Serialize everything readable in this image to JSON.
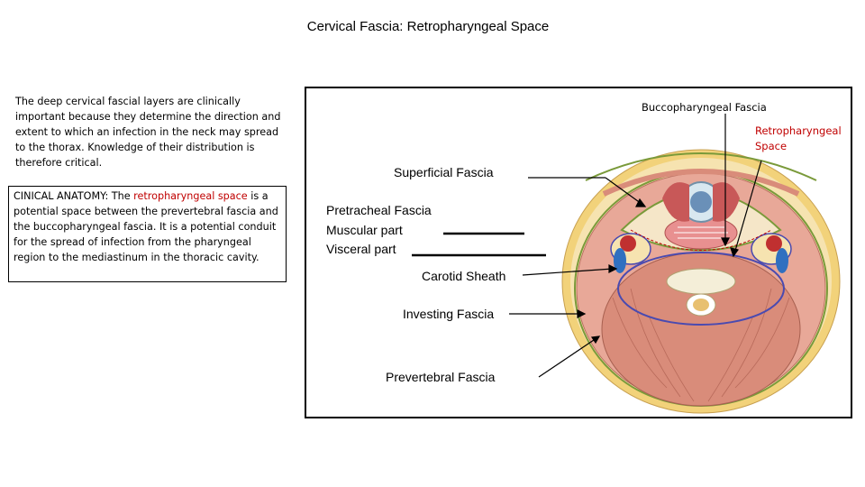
{
  "title": "Cervical Fascia: Retropharyngeal Space",
  "intro": {
    "text": "The deep cervical  fascial layers are clinically important because they determine the direction and extent to which an infection in the neck may spread to the thorax. Knowledge of their distribution is therefore critical."
  },
  "clinical": {
    "lead": "CINICAL ANATOMY: The ",
    "highlight": "retropharyngeal space",
    "rest": " is a potential space between the prevertebral fascia and the buccopharyngeal fascia. It is a potential conduit for the spread of infection from the pharyngeal region to the mediastinum in the thoracic cavity."
  },
  "labels": {
    "buccopharyngeal": "Buccopharyngeal Fascia",
    "retro_line1": "Retropharyngeal",
    "retro_line2": "Space",
    "superficial": "Superficial Fascia",
    "pretracheal": "Pretracheal Fascia",
    "muscular": "Muscular part",
    "visceral": "Visceral part",
    "carotid": "Carotid Sheath",
    "investing": "Investing Fascia",
    "prevertebral": "Prevertebral Fascia"
  },
  "colors": {
    "accent_red": "#c00000",
    "muscle": "#d98c7a",
    "fat": "#f2d27a",
    "fascia_green": "#7a9a3a",
    "fascia_blue": "#4a4ab0"
  }
}
